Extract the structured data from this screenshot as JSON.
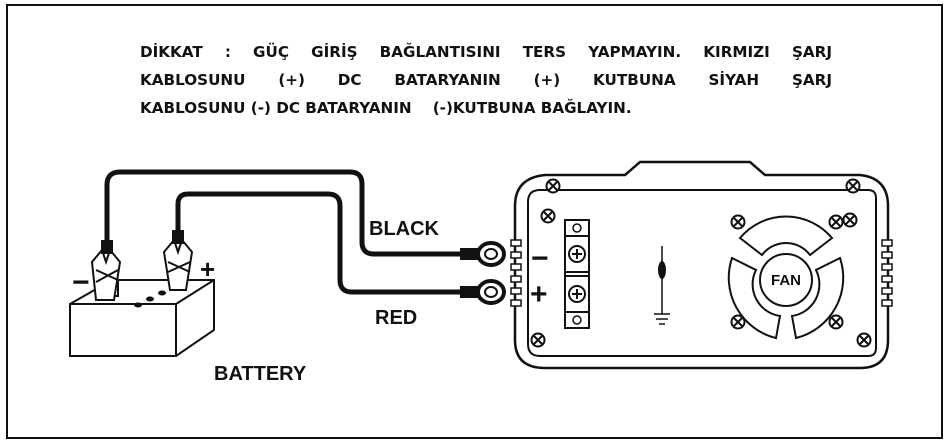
{
  "warning": {
    "line1": "DİKKAT : GÜÇ GİRİŞ BAĞLANTISINI TERS YAPMAYIN. KIRMIZI ŞARJ",
    "line2": "KABLOSUNU (+) DC BATARYANIN (+) KUTBUNA SİYAH ŞARJ",
    "line3": "KABLOSUNU (-) DC BATARYANIN    (-)KUTBUNA BAĞLAYIN."
  },
  "labels": {
    "black": "BLACK",
    "red": "RED",
    "battery": "BATTERY",
    "fan": "FAN",
    "plus": "+",
    "minus": "−",
    "battery_plus": "+",
    "battery_minus": "−"
  }
}
